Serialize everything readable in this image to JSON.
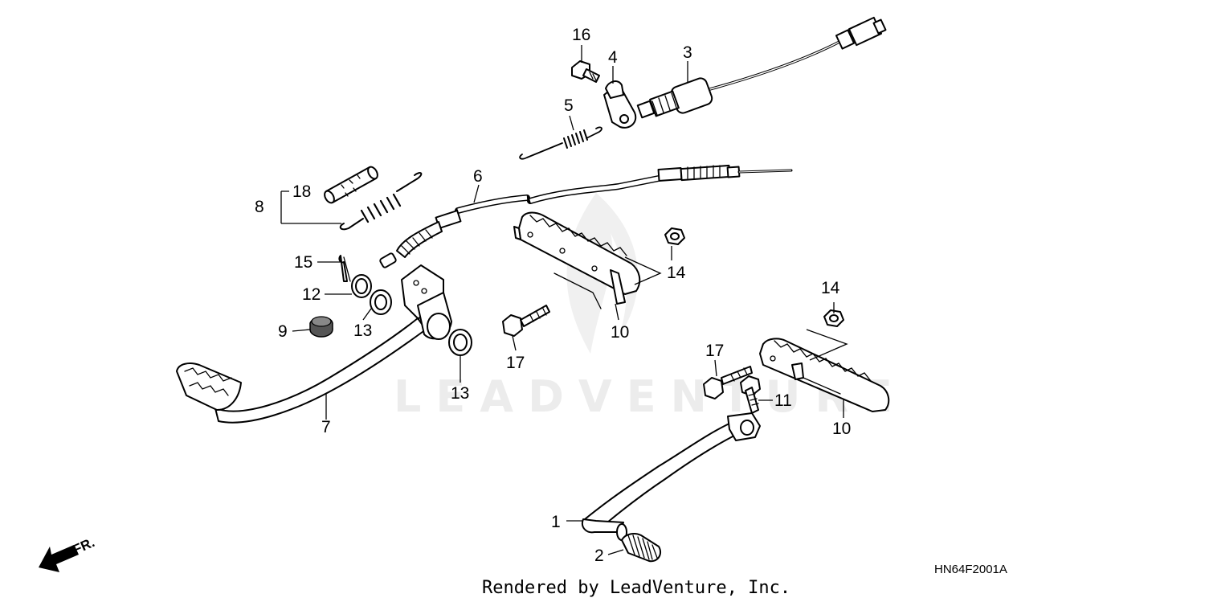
{
  "watermark": "LEADVENTURE",
  "footer": "Rendered by LeadVenture, Inc.",
  "diagram_code": "HN64F2001A",
  "direction": {
    "label": "FR.",
    "icon": "front-arrow-icon"
  },
  "callouts": {
    "c1": "1",
    "c2": "2",
    "c3": "3",
    "c4": "4",
    "c5": "5",
    "c6": "6",
    "c7": "7",
    "c8": "8",
    "c9": "9",
    "c10a": "10",
    "c10b": "10",
    "c11": "11",
    "c12": "12",
    "c13a": "13",
    "c13b": "13",
    "c14a": "14",
    "c14b": "14",
    "c15": "15",
    "c16": "16",
    "c17a": "17",
    "c17b": "17",
    "c18": "18"
  }
}
